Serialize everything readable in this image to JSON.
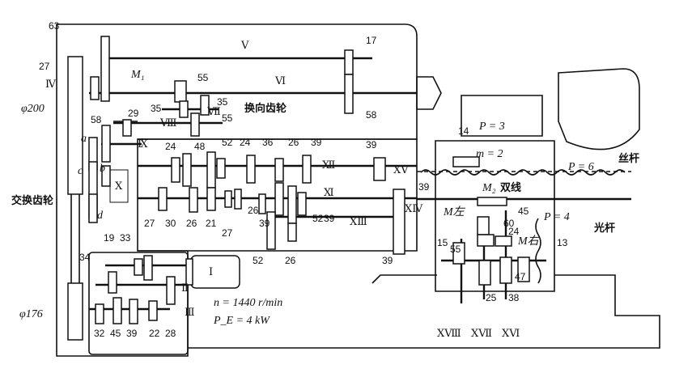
{
  "labels": {
    "n63": "63",
    "n27a": "27",
    "n17": "17",
    "n55a": "55",
    "n58a": "58",
    "n35a": "35",
    "n35b": "35",
    "n55b": "55",
    "n29": "29",
    "n58b": "58",
    "n24a": "24",
    "n48": "48",
    "n52a": "52",
    "n24b": "24",
    "n36": "36",
    "n26a": "26",
    "n39a": "39",
    "n39b": "39",
    "n14": "14",
    "n27b": "27",
    "n30": "30",
    "n26b": "26",
    "n21": "21",
    "n27c": "27",
    "n26c": "26",
    "n52b": "52",
    "n39c": "39",
    "n39d": "39",
    "n45a": "45",
    "n60": "60",
    "n24c": "24",
    "n15": "15",
    "n55c": "55",
    "n13": "13",
    "n47": "47",
    "n25": "25",
    "n38": "38",
    "n52c": "52",
    "n26d": "26",
    "n39e": "39",
    "n19": "19",
    "n33": "33",
    "n34": "34",
    "n32": "32",
    "n45b": "45",
    "n39f": "39",
    "n22": "22",
    "n28": "28",
    "la": "a",
    "lb": "b",
    "lc": "c",
    "ld": "d"
  },
  "shafts": {
    "s4": "Ⅳ",
    "s5": "Ⅴ",
    "s6": "Ⅵ",
    "s7": "Ⅶ",
    "s8": "Ⅷ",
    "s9": "Ⅸ",
    "s10": "Ⅹ",
    "s11": "Ⅺ",
    "s12": "Ⅻ",
    "s13": "ⅩⅢ",
    "s14": "ⅩⅣ",
    "s15": "ⅩⅤ",
    "s16": "ⅩⅥ",
    "s17": "ⅩⅦ",
    "s18": "ⅩⅧ",
    "s1": "Ⅰ",
    "s2": "Ⅱ",
    "s3": "Ⅲ"
  },
  "annotations": {
    "phi200": "φ200",
    "phi176": "φ176",
    "reverse_gear": "换向齿轮",
    "change_gear": "交换齿轮",
    "lead_screw": "丝杆",
    "feed_rod": "光杆",
    "double_thread": "双线",
    "m_eq_2": "m = 2",
    "p_eq_3": "P = 3",
    "p_eq_6": "P = 6",
    "p_eq_4": "P = 4",
    "m1": "M₁",
    "m2": "M₂",
    "m_left": "M左",
    "m_right": "M右",
    "speed": "n = 1440 r/min",
    "power": "P_E = 4 kW"
  }
}
